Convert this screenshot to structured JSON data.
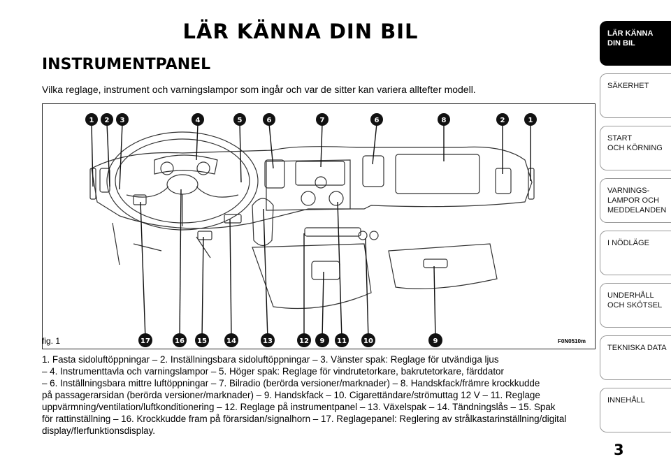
{
  "page": {
    "title": "LÄR KÄNNA DIN BIL",
    "section_title": "INSTRUMENTPANEL",
    "intro": "Vilka reglage, instrument och varningslampor som ingår och var de sitter kan variera alltefter modell.",
    "page_number": "3"
  },
  "figure": {
    "label": "fig. 1",
    "code": "F0N0510m",
    "top_callouts": [
      "1",
      "2",
      "3",
      "4",
      "5",
      "6",
      "7",
      "6",
      "8",
      "2",
      "1"
    ],
    "bottom_callouts": [
      "17",
      "16",
      "15",
      "14",
      "13",
      "12",
      "9",
      "11",
      "10",
      "9"
    ]
  },
  "caption": {
    "lines": [
      "1. Fasta sidoluftöppningar – 2. Inställningsbara sidoluftöppningar – 3. Vänster spak: Reglage för utvändiga ljus",
      "– 4. Instrumenttavla och varningslampor – 5. Höger spak: Reglage för vindrutetorkare, bakrutetorkare, färddator",
      "– 6. Inställningsbara mittre luftöppningar – 7. Bilradio (berörda versioner/marknader) – 8. Handskfack/främre krockkudde",
      "på passagerarsidan (berörda versioner/marknader) – 9. Handskfack – 10. Cigarettändare/strömuttag 12 V – 11. Reglage",
      "uppvärmning/ventilation/luftkonditionering – 12. Reglage på instrumentpanel – 13. Växelspak – 14. Tändningslås – 15. Spak",
      "för rattinställning – 16. Krockkudde fram på förarsidan/signalhorn – 17. Reglagepanel: Reglering av strålkastarinställning/digital",
      "display/flerfunktionsdisplay."
    ]
  },
  "tabs": [
    {
      "label": "LÄR KÄNNA\nDIN BIL",
      "active": true
    },
    {
      "label": "SÄKERHET",
      "active": false
    },
    {
      "label": "START\nOCH KÖRNING",
      "active": false
    },
    {
      "label": "VARNINGS-\nLAMPOR OCH\nMEDDELANDEN",
      "active": false
    },
    {
      "label": "I NÖDLÄGE",
      "active": false
    },
    {
      "label": "UNDERHÅLL\nOCH SKÖTSEL",
      "active": false
    },
    {
      "label": "TEKNISKA DATA",
      "active": false
    },
    {
      "label": "INNEHÅLL",
      "active": false
    }
  ]
}
